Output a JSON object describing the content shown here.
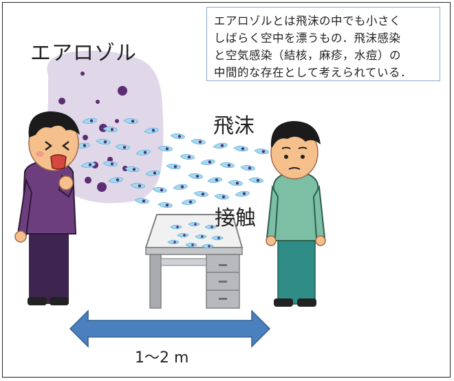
{
  "note": {
    "lines": [
      "エアロゾルとは飛沫の中でも小さく",
      "しばらく空中を漂うもの．飛沫感染",
      "と空気感染（結核，麻疹，水痘）の",
      "中間的な存在として考えられている．"
    ]
  },
  "labels": {
    "aerosol": "エアロゾル",
    "droplet": "飛沫",
    "contact": "接触",
    "distance": "1～2 m"
  },
  "colors": {
    "cloud": "#ddd3e6",
    "virus": "#5c2d73",
    "droplet_fill": "#a6d8ef",
    "droplet_core": "#4e3474",
    "arrow": "#4a80bd",
    "arrow_stroke": "#2f5e93",
    "sick_shirt": "#6c3e7e",
    "sick_pants": "#3d2550",
    "healthy_shirt": "#7cbfa5",
    "healthy_pants": "#2f8d85",
    "desk": "#b7b9bc"
  }
}
